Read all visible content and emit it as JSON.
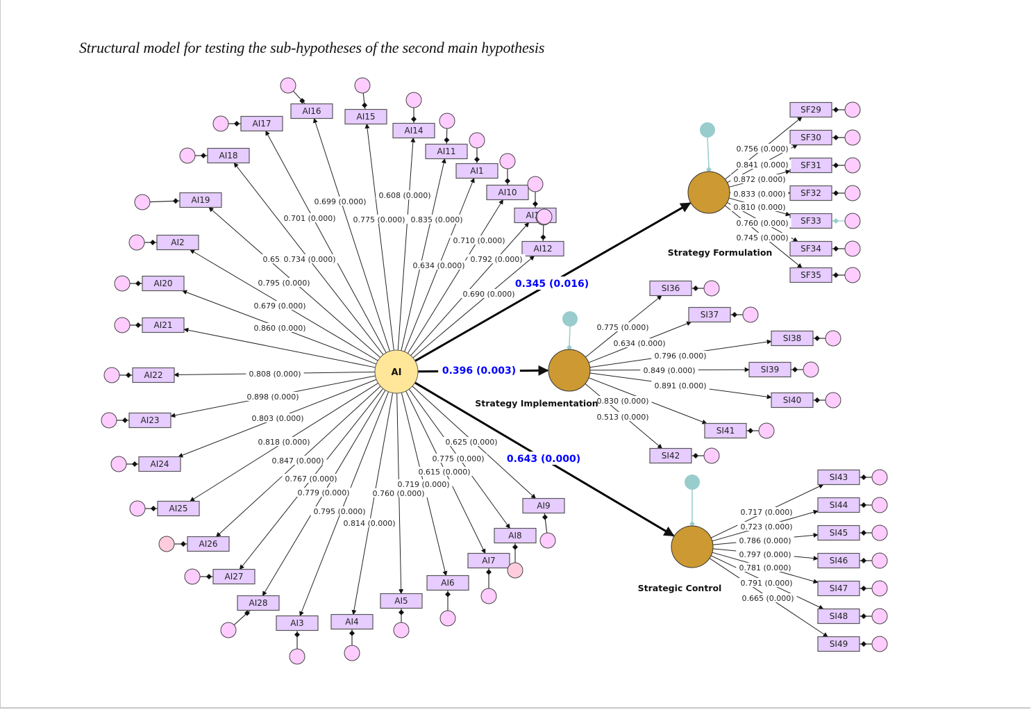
{
  "title": "Structural model for testing the sub-hypotheses of the second main hypothesis",
  "colors": {
    "indicator_fill": "#e6ccff",
    "indicator_stroke": "#555555",
    "error_fill": "#ffccff",
    "error_fill_alt": "#ffccdd",
    "exogenous_fill": "#ffe699",
    "endogenous_fill": "#cc9933",
    "residual_fill": "#99cccc",
    "path_label": "#0000ff",
    "line": "#222222"
  },
  "exogenous": {
    "id": "AI",
    "label": "AI",
    "indicators": [
      {
        "name": "AI22",
        "loading": "0.808 (0.000)"
      },
      {
        "name": "AI21",
        "loading": "0.860 (0.000)"
      },
      {
        "name": "AI20",
        "loading": "0.679 (0.000)"
      },
      {
        "name": "AI2",
        "loading": "0.795 (0.000)"
      },
      {
        "name": "AI19",
        "loading": "0.653 (0.000)"
      },
      {
        "name": "AI18",
        "loading": "0.734 (0.000)"
      },
      {
        "name": "AI17",
        "loading": "0.701 (0.000)"
      },
      {
        "name": "AI16",
        "loading": "0.699 (0.000)"
      },
      {
        "name": "AI15",
        "loading": "0.775 (0.000)"
      },
      {
        "name": "AI14",
        "loading": "0.608 (0.000)"
      },
      {
        "name": "AI11",
        "loading": "0.835 (0.000)"
      },
      {
        "name": "AI1",
        "loading": "0.634 (0.000)"
      },
      {
        "name": "AI10",
        "loading": "0.710 (0.000)"
      },
      {
        "name": "AI13",
        "loading": "0.792 (0.000)"
      },
      {
        "name": "AI12",
        "loading": "0.690 (0.000)"
      },
      {
        "name": "AI23",
        "loading": "0.898 (0.000)"
      },
      {
        "name": "AI24",
        "loading": "0.803 (0.000)"
      },
      {
        "name": "AI25",
        "loading": "0.818 (0.000)"
      },
      {
        "name": "AI26",
        "loading": "0.847 (0.000)"
      },
      {
        "name": "AI27",
        "loading": "0.767 (0.000)"
      },
      {
        "name": "AI28",
        "loading": "0.779 (0.000)"
      },
      {
        "name": "AI3",
        "loading": "0.795 (0.000)"
      },
      {
        "name": "AI4",
        "loading": "0.814 (0.000)"
      },
      {
        "name": "AI5",
        "loading": "0.760 (0.000)"
      },
      {
        "name": "AI6",
        "loading": "0.719 (0.000)"
      },
      {
        "name": "AI7",
        "loading": "0.615 (0.000)"
      },
      {
        "name": "AI8",
        "loading": "0.775 (0.000)"
      },
      {
        "name": "AI9",
        "loading": "0.625 (0.000)"
      }
    ]
  },
  "endogenous": [
    {
      "id": "SF",
      "label": "Strategy Formulation",
      "path": "0.345 (0.016)",
      "indicators": [
        {
          "name": "SF29",
          "loading": "0.756 (0.000)"
        },
        {
          "name": "SF30",
          "loading": "0.841 (0.000)"
        },
        {
          "name": "SF31",
          "loading": "0.872 (0.000)"
        },
        {
          "name": "SF32",
          "loading": "0.833 (0.000)"
        },
        {
          "name": "SF33",
          "loading": "0.810 (0.000)"
        },
        {
          "name": "SF34",
          "loading": "0.760 (0.000)"
        },
        {
          "name": "SF35",
          "loading": "0.745 (0.000)"
        }
      ]
    },
    {
      "id": "SIM",
      "label": "Strategy Implementation",
      "path": "0.396 (0.003)",
      "indicators": [
        {
          "name": "SI36",
          "loading": "0.775 (0.000)"
        },
        {
          "name": "SI37",
          "loading": "0.634 (0.000)"
        },
        {
          "name": "SI38",
          "loading": "0.796 (0.000)"
        },
        {
          "name": "SI39",
          "loading": "0.849 (0.000)"
        },
        {
          "name": "SI40",
          "loading": "0.891 (0.000)"
        },
        {
          "name": "SI41",
          "loading": "0.830 (0.000)"
        },
        {
          "name": "SI42",
          "loading": "0.513 (0.000)"
        }
      ]
    },
    {
      "id": "SC",
      "label": "Strategic Control",
      "path": "0.643 (0.000)",
      "indicators": [
        {
          "name": "SI43",
          "loading": "0.717 (0.000)"
        },
        {
          "name": "SI44",
          "loading": "0.723 (0.000)"
        },
        {
          "name": "SI45",
          "loading": "0.786 (0.000)"
        },
        {
          "name": "SI46",
          "loading": "0.797 (0.000)"
        },
        {
          "name": "SI47",
          "loading": "0.781 (0.000)"
        },
        {
          "name": "SI48",
          "loading": "0.791 (0.000)"
        },
        {
          "name": "SI49",
          "loading": "0.665 (0.000)"
        }
      ]
    }
  ]
}
